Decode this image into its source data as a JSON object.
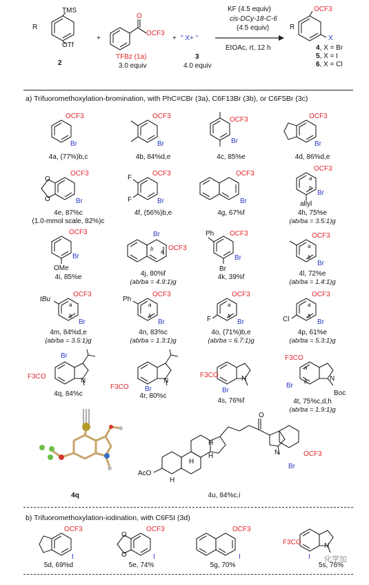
{
  "scheme": {
    "reactant2_label": "2",
    "reactant2_sub": "R",
    "reactant2_tms": "TMS",
    "reactant2_otf": "OTf",
    "reagent1_label": "TFBz (1a)",
    "reagent1_equiv": "3.0 equiv",
    "reagent1_group": "OCF3",
    "reagent3_formula": "\" X+ \"",
    "reagent3_label": "3",
    "reagent3_equiv": "4.0 equiv",
    "plus": "+",
    "conditions_top1": "KF (4.5 equiv)",
    "conditions_top2": "cis-DCy-18-C-6",
    "conditions_top3": "(4.5 equiv)",
    "conditions_bottom": "EtOAc, rt, 12 h",
    "product_group": "OCF3",
    "product_sub_r": "R",
    "product_sub_x": "X",
    "products": [
      {
        "num": "4",
        "text": ", X = Br"
      },
      {
        "num": "5",
        "text": ", X = I"
      },
      {
        "num": "6",
        "text": ", X = Cl"
      }
    ]
  },
  "section_a": {
    "title": "a) Trifuoromethoxylation-bromination, with PhC≡CBr (3a), C6F13Br (3b), or C6F5Br (3c)"
  },
  "section_b": {
    "title": "b) Trifuoromethoxylation-iodination, with C6F5I (3d)"
  },
  "compounds": [
    {
      "id": "4a",
      "label": "4a, (77%)b,c",
      "sub": ""
    },
    {
      "id": "4b",
      "label": "4b, 84%d,e",
      "sub": ""
    },
    {
      "id": "4c",
      "label": "4c, 85%e",
      "sub": ""
    },
    {
      "id": "4d",
      "label": "4d, 86%d,e",
      "sub": ""
    },
    {
      "id": "4e",
      "label": "4e, 87%c",
      "sub": "(1.0-mmol scale, 82%)c"
    },
    {
      "id": "4f",
      "label": "4f, (56%)b,e",
      "sub": ""
    },
    {
      "id": "4g",
      "label": "4g, 67%f",
      "sub": ""
    },
    {
      "id": "4h",
      "label": "4h, 75%e",
      "sub": "(ab/ba = 3.5:1)g"
    },
    {
      "id": "4i",
      "label": "4i, 85%e",
      "sub": ""
    },
    {
      "id": "4j",
      "label": "4j, 80%f",
      "sub": "(ab/ba = 4.9:1)g"
    },
    {
      "id": "4k",
      "label": "4k, 39%f",
      "sub": ""
    },
    {
      "id": "4l",
      "label": "4l, 72%e",
      "sub": "(ab/ba = 1.4:1)g"
    },
    {
      "id": "4m",
      "label": "4m, 84%d,e",
      "sub": "(ab/ba = 3.5:1)g"
    },
    {
      "id": "4n",
      "label": "4n, 83%c",
      "sub": "(ab/ba = 1.3:1)g"
    },
    {
      "id": "4o",
      "label": "4o, (71%)b,e",
      "sub": "(ab/ba = 6.7:1)g"
    },
    {
      "id": "4p",
      "label": "4p, 61%e",
      "sub": "(ab/ba = 5.3:1)g"
    },
    {
      "id": "4q",
      "label": "4q, 84%c",
      "sub": ""
    },
    {
      "id": "4r",
      "label": "4r, 80%c",
      "sub": ""
    },
    {
      "id": "4s",
      "label": "4s, 76%f",
      "sub": ""
    },
    {
      "id": "4t",
      "label": "4t, 75%c,d,h",
      "sub": "(ab/ba = 1.9:1)g"
    },
    {
      "id": "4q-xray",
      "label": "4q",
      "sub": ""
    },
    {
      "id": "4u",
      "label": "4u, 84%c,i",
      "sub": ""
    },
    {
      "id": "5d",
      "label": "5d, 69%d",
      "sub": ""
    },
    {
      "id": "5e",
      "label": "5e, 74%",
      "sub": ""
    },
    {
      "id": "5g",
      "label": "5g, 70%",
      "sub": ""
    },
    {
      "id": "5s",
      "label": "5s, 76%",
      "sub": ""
    }
  ],
  "atoms": {
    "ocf3": "OCF3",
    "f3co": "F3CO",
    "br": "Br",
    "i": "I",
    "f": "F",
    "cl": "Cl",
    "ome": "OMe",
    "ph": "Ph",
    "tbu": "tBu",
    "allyl": "allyl",
    "n": "N",
    "boc": "Boc",
    "aco": "AcO",
    "h": "H",
    "a": "a",
    "b": "b",
    "o": "O"
  },
  "watermark": "化学加",
  "colors": {
    "ocf3": "#e0262b",
    "halogen": "#2a39c4",
    "text": "#111111"
  }
}
